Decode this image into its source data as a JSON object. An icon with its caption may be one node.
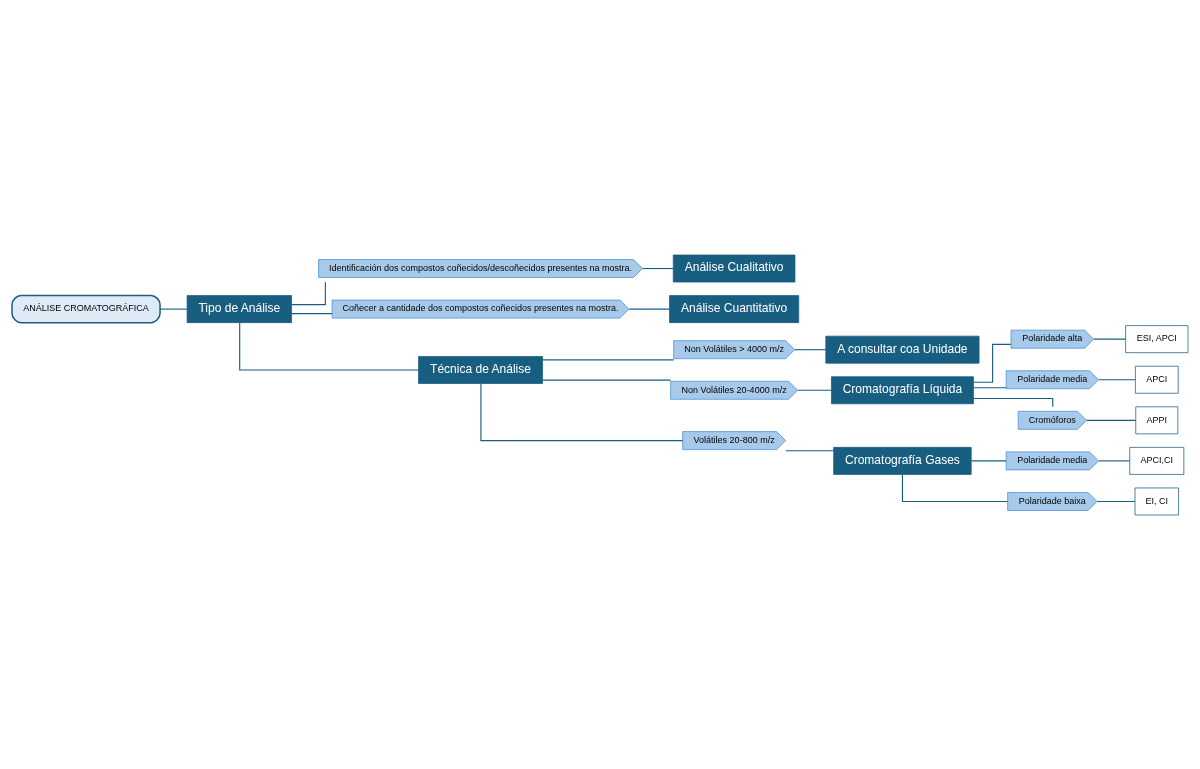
{
  "diagram": {
    "nodes": [
      {
        "text": [
          "ANÁLISE CROMATOGRÁFICA"
        ]
      },
      {
        "text": [
          "Tipo de Análise"
        ]
      },
      {
        "text": [
          "Identificación dos compostos coñecidos/descoñecidos presentes na mostra."
        ]
      },
      {
        "text": [
          "Análise Cualitativo"
        ]
      },
      {
        "text": [
          "Coñecer a cantidade dos compostos coñecidos presentes na mostra."
        ]
      },
      {
        "text": [
          "Análise Cuantitativo"
        ]
      },
      {
        "text": [
          "Técnica de Análise"
        ]
      },
      {
        "text": [
          "Non Volátiles > 4000 m/z"
        ]
      },
      {
        "text": [
          "A consultar coa Unidade"
        ]
      },
      {
        "text": [
          "Non Volátiles 20-4000 m/z"
        ]
      },
      {
        "text": [
          "Cromatografía Líquida"
        ]
      },
      {
        "text": [
          "Polaridade alta"
        ]
      },
      {
        "text": [
          "ESI, APCI"
        ]
      },
      {
        "text": [
          "Polaridade media"
        ]
      },
      {
        "text": [
          "APCI"
        ]
      },
      {
        "text": [
          "Cromóforos"
        ]
      },
      {
        "text": [
          "APPI"
        ]
      },
      {
        "text": [
          "Volátiles 20-800 m/z"
        ]
      },
      {
        "text": [
          "Cromatografía Gases"
        ]
      },
      {
        "text": [
          "Polaridade media"
        ]
      },
      {
        "text": [
          "APCI,CI"
        ]
      },
      {
        "text": [
          "Polaridade baixa"
        ]
      },
      {
        "text": [
          "EI, CI"
        ]
      }
    ],
    "edges": [
      {
        "from": 0,
        "to": 1,
        "arrow": "none"
      },
      {
        "from": 1,
        "to": 2,
        "arrow": "none"
      },
      {
        "from": 1,
        "to": 4,
        "arrow": "none"
      },
      {
        "from": 2,
        "to": 3,
        "arrow": "none"
      },
      {
        "from": 4,
        "to": 5,
        "arrow": "none"
      },
      {
        "from": 1,
        "to": 6,
        "arrow": "none"
      },
      {
        "from": 6,
        "to": 7,
        "arrow": "none"
      },
      {
        "from": 6,
        "to": 9,
        "arrow": "none"
      },
      {
        "from": 6,
        "to": 17,
        "arrow": "none"
      },
      {
        "from": 7,
        "to": 8,
        "arrow": "none"
      },
      {
        "from": 9,
        "to": 10,
        "arrow": "none"
      },
      {
        "from": 17,
        "to": 18,
        "arrow": "none"
      },
      {
        "from": 10,
        "to": 11,
        "arrow": "none"
      },
      {
        "from": 10,
        "to": 13,
        "arrow": "none"
      },
      {
        "from": 10,
        "to": 15,
        "arrow": "none"
      },
      {
        "from": 11,
        "to": 12,
        "arrow": "none"
      },
      {
        "from": 13,
        "to": 14,
        "arrow": "none"
      },
      {
        "from": 15,
        "to": 16,
        "arrow": "none"
      },
      {
        "from": 18,
        "to": 19,
        "arrow": "none"
      },
      {
        "from": 18,
        "to": 21,
        "arrow": "none"
      },
      {
        "from": 19,
        "to": 20,
        "arrow": "none"
      },
      {
        "from": 21,
        "to": 22,
        "arrow": "none"
      }
    ]
  }
}
